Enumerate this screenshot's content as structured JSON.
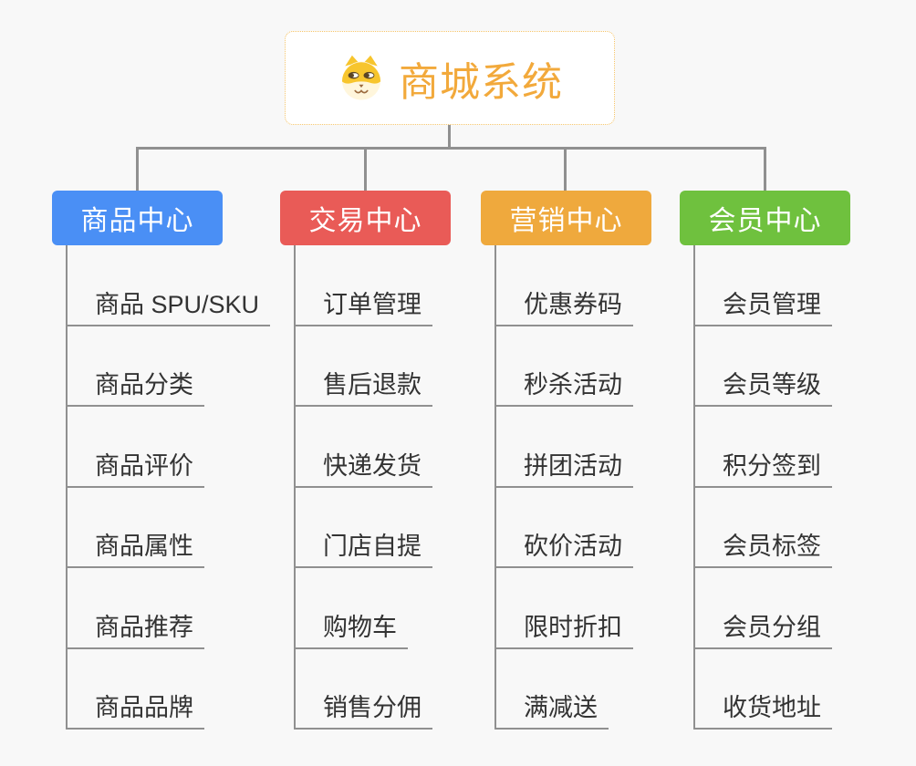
{
  "root": {
    "title": "商城系统",
    "icon": "dog-face-icon",
    "title_color": "#F2A93B"
  },
  "branches": [
    {
      "label": "商品中心",
      "color": "#4A8FF5",
      "items": [
        "商品 SPU/SKU",
        "商品分类",
        "商品评价",
        "商品属性",
        "商品推荐",
        "商品品牌"
      ]
    },
    {
      "label": "交易中心",
      "color": "#E95B57",
      "items": [
        "订单管理",
        "售后退款",
        "快递发货",
        "门店自提",
        "购物车",
        "销售分佣"
      ]
    },
    {
      "label": "营销中心",
      "color": "#EFA93D",
      "items": [
        "优惠券码",
        "秒杀活动",
        "拼团活动",
        "砍价活动",
        "限时折扣",
        "满减送"
      ]
    },
    {
      "label": "会员中心",
      "color": "#6FC13E",
      "items": [
        "会员管理",
        "会员等级",
        "积分签到",
        "会员标签",
        "会员分组",
        "收货地址"
      ]
    }
  ],
  "colors": {
    "background": "#F8F8F8",
    "connector": "#909090",
    "item_text": "#333333",
    "root_border": "#F5C469",
    "header_text": "#FFFFFF"
  }
}
